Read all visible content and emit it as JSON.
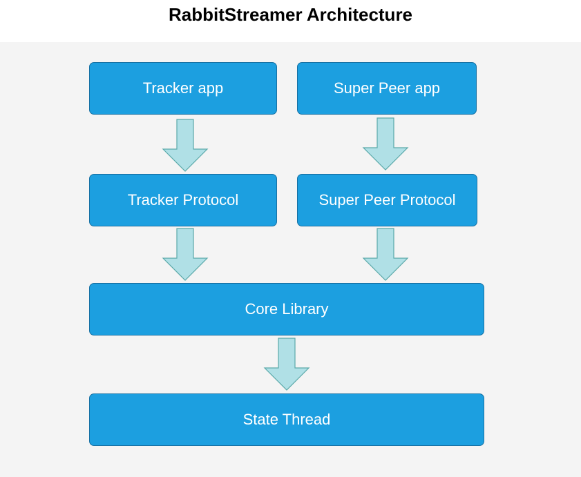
{
  "title": "RabbitStreamer Architecture",
  "nodes": {
    "tracker_app": "Tracker app",
    "super_peer_app": "Super Peer app",
    "tracker_protocol": "Tracker Protocol",
    "super_peer_protocol": "Super Peer Protocol",
    "core_library": "Core Library",
    "state_thread": "State Thread"
  },
  "edges": [
    {
      "from": "tracker_app",
      "to": "tracker_protocol"
    },
    {
      "from": "super_peer_app",
      "to": "super_peer_protocol"
    },
    {
      "from": "tracker_protocol",
      "to": "core_library"
    },
    {
      "from": "super_peer_protocol",
      "to": "core_library"
    },
    {
      "from": "core_library",
      "to": "state_thread"
    }
  ],
  "colors": {
    "node_fill": "#1c9fe0",
    "node_border": "#1670a3",
    "arrow_fill": "#b0e0e6",
    "arrow_stroke": "#5aa9a9",
    "background": "#f4f4f4"
  }
}
